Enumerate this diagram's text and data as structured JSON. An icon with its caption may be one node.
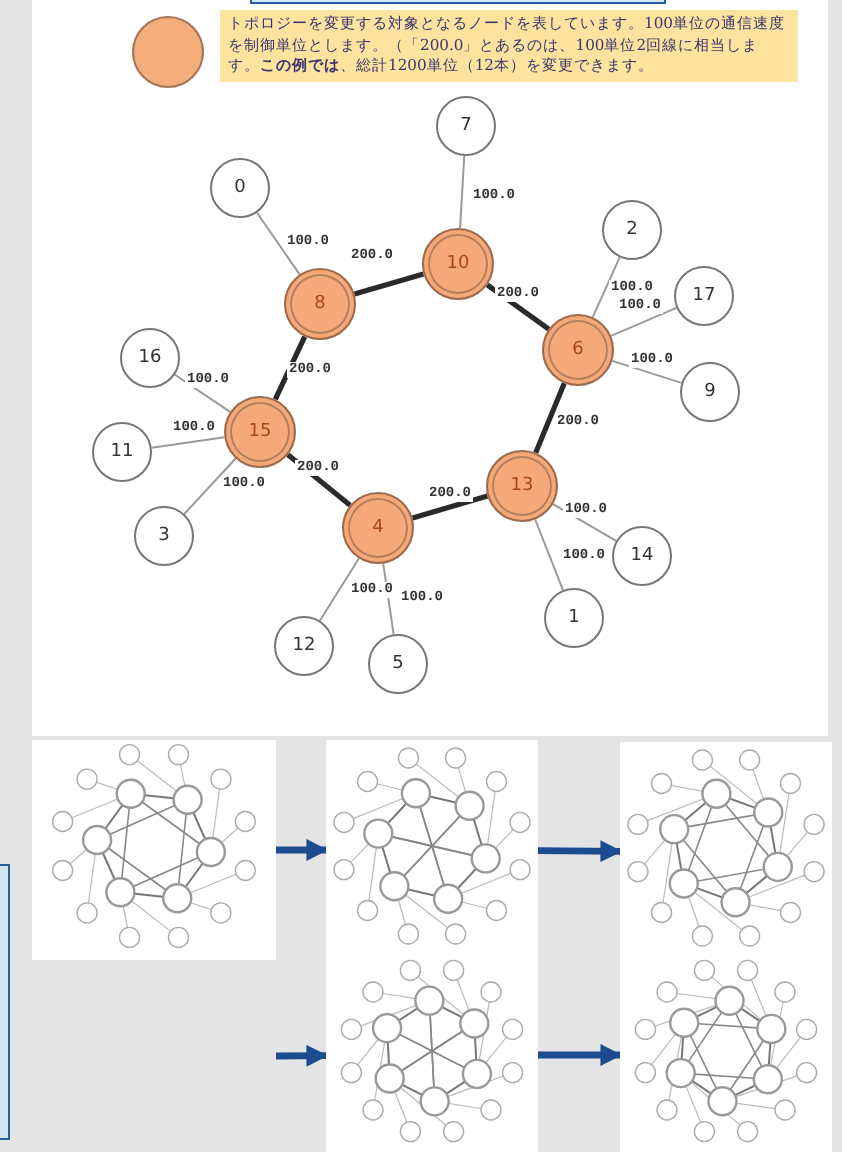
{
  "diagram": {
    "nodes": [
      {
        "text": [
          "7"
        ]
      },
      {
        "text": [
          "0"
        ]
      },
      {
        "text": [
          "2"
        ]
      },
      {
        "text": [
          "10"
        ]
      },
      {
        "text": [
          "17"
        ]
      },
      {
        "text": [
          "8"
        ]
      },
      {
        "text": [
          "6"
        ]
      },
      {
        "text": [
          "16"
        ]
      },
      {
        "text": [
          "9"
        ]
      },
      {
        "text": [
          "15"
        ]
      },
      {
        "text": [
          "11"
        ]
      },
      {
        "text": [
          "13"
        ]
      },
      {
        "text": [
          "4"
        ]
      },
      {
        "text": [
          "3"
        ]
      },
      {
        "text": [
          "14"
        ]
      },
      {
        "text": [
          "1"
        ]
      },
      {
        "text": [
          "12"
        ]
      },
      {
        "text": [
          "5"
        ]
      },
      {
        "text": [],
        "shape": "picture"
      },
      {
        "text": [],
        "shape": "picture"
      },
      {
        "text": [],
        "shape": "picture"
      },
      {
        "text": [],
        "shape": "picture"
      },
      {
        "text": [],
        "shape": "picture"
      }
    ],
    "edges": [
      {
        "from": 0,
        "to": 3,
        "arrow": "none",
        "label": "100.0"
      },
      {
        "from": 1,
        "to": 5,
        "arrow": "none",
        "label": "100.0"
      },
      {
        "from": 5,
        "to": 3,
        "arrow": "none",
        "label": "200.0",
        "style": "thick",
        "color": "#2a2a2a"
      },
      {
        "from": 3,
        "to": 6,
        "arrow": "none",
        "label": "200.0",
        "style": "thick",
        "color": "#2a2a2a"
      },
      {
        "from": 6,
        "to": 2,
        "arrow": "none",
        "label": "100.0"
      },
      {
        "from": 6,
        "to": 4,
        "arrow": "none",
        "label": "100.0"
      },
      {
        "from": 6,
        "to": 8,
        "arrow": "none",
        "label": "100.0"
      },
      {
        "from": 5,
        "to": 9,
        "arrow": "none",
        "label": "200.0",
        "style": "thick",
        "color": "#2a2a2a"
      },
      {
        "from": 6,
        "to": 11,
        "arrow": "none",
        "label": "200.0",
        "style": "thick",
        "color": "#2a2a2a"
      },
      {
        "from": 7,
        "to": 9,
        "arrow": "none",
        "label": "100.0"
      },
      {
        "from": 10,
        "to": 9,
        "arrow": "none",
        "label": "100.0"
      },
      {
        "from": 13,
        "to": 9,
        "arrow": "none",
        "label": "100.0"
      },
      {
        "from": 9,
        "to": 12,
        "arrow": "none",
        "label": "200.0",
        "style": "thick",
        "color": "#2a2a2a"
      },
      {
        "from": 12,
        "to": 11,
        "arrow": "none",
        "label": "200.0",
        "style": "thick",
        "color": "#2a2a2a"
      },
      {
        "from": 11,
        "to": 14,
        "arrow": "none",
        "label": "100.0"
      },
      {
        "from": 11,
        "to": 15,
        "arrow": "none",
        "label": "100.0"
      },
      {
        "from": 12,
        "to": 16,
        "arrow": "none",
        "label": "100.0"
      },
      {
        "from": 12,
        "to": 17,
        "arrow": "none",
        "label": "100.0"
      },
      {
        "from": 18,
        "to": 19,
        "arrow": "to",
        "style": "thick",
        "color": "#1d4b8f"
      },
      {
        "from": 19,
        "to": 20,
        "arrow": "to",
        "style": "thick",
        "color": "#1d4b8f"
      },
      {
        "from": null,
        "to": 21,
        "arrow": "to",
        "style": "thick",
        "color": "#1d4b8f"
      },
      {
        "from": 21,
        "to": 22,
        "arrow": "to",
        "style": "thick",
        "color": "#1d4b8f"
      }
    ],
    "legend": [
      {
        "text": "トポロジーを変更する対象となるノードを表しています。100単位の通信速度を制御単位とします。（「200.0」とあるのは、100単位2回線に相当します。**この例では**、総計1200単位（12本）を変更できます。",
        "color": "#f6ad7c"
      }
    ]
  }
}
